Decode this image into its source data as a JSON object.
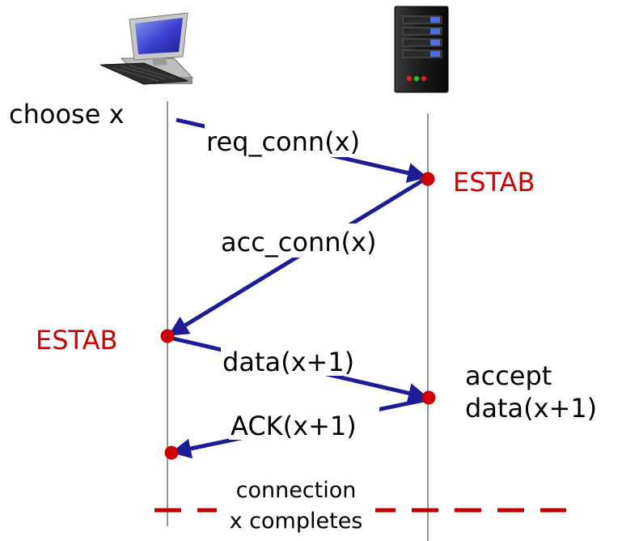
{
  "colors": {
    "arrow": "#1c1c96",
    "endpoint": "#cc0000",
    "state_text": "#cc0000",
    "text": "#000000",
    "lifeline": "#707070",
    "completion_line": "#c00000"
  },
  "icons": {
    "client": "desktop-computer-icon",
    "server": "server-tower-icon"
  },
  "client": {
    "action": "choose x",
    "state": "ESTAB"
  },
  "server": {
    "state": "ESTAB",
    "accept_line1": "accept",
    "accept_line2": "data(x+1)"
  },
  "messages": [
    {
      "from": "client",
      "to": "server",
      "label": "req_conn(x)"
    },
    {
      "from": "server",
      "to": "client",
      "label": "acc_conn(x)"
    },
    {
      "from": "client",
      "to": "server",
      "label": "data(x+1)"
    },
    {
      "from": "server",
      "to": "client",
      "label": "ACK(x+1)"
    }
  ],
  "completion": {
    "line1": "connection",
    "line2": "x completes"
  }
}
